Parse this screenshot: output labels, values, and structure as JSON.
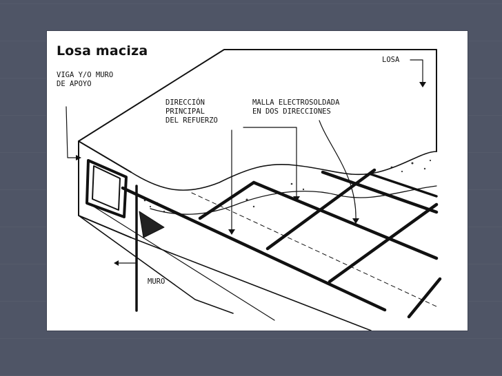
{
  "title": "Losa maciza",
  "labels": {
    "losa": "LOSA",
    "viga": "VIGA Y/O MURO\nDE APOYO",
    "direccion": "DIRECCIÓN\nPRINCIPAL\nDEL REFUERZO",
    "malla": "MALLA ELECTROSOLDADA\nEN DOS DIRECCIONES",
    "muro": "MURO"
  }
}
